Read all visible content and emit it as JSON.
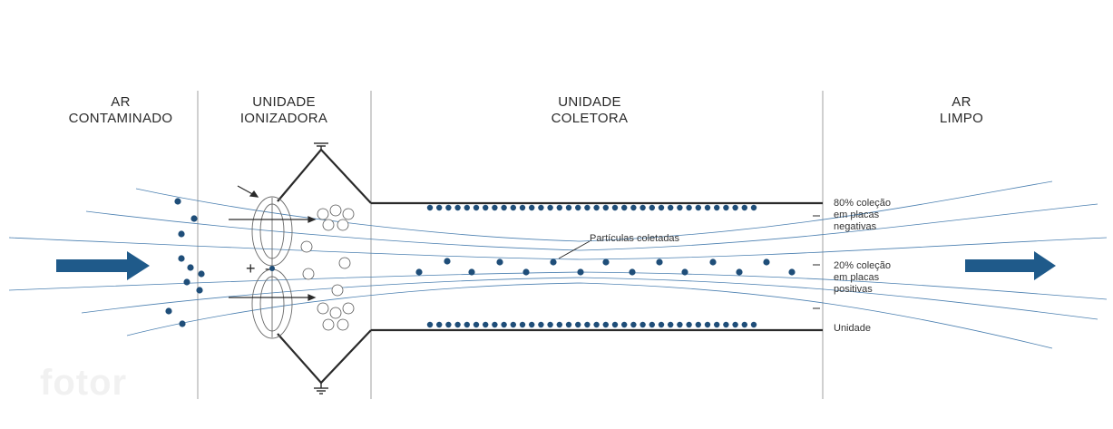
{
  "headers": {
    "contaminated_line1": "AR",
    "contaminated_line2": "CONTAMINADO",
    "ionizer_line1": "UNIDADE",
    "ionizer_line2": "IONIZADORA",
    "collector_line1": "UNIDADE",
    "collector_line2": "COLETORA",
    "clean_line1": "AR",
    "clean_line2": "LIMPO"
  },
  "labels": {
    "collected_particles": "Partículas coletadas",
    "negative_plates_line1": "80% coleção",
    "negative_plates_line2": "em placas",
    "negative_plates_line3": "negativas",
    "positive_plates_line1": "20% coleção",
    "positive_plates_line2": "em placas",
    "positive_plates_line3": "positivas",
    "unit_label": "Unidade",
    "plus_sign": "+",
    "minus_sign": "-"
  },
  "watermark": "fotor",
  "colors": {
    "particle": "#1f4e79",
    "arrow": "#1f5a8a",
    "line": "#2a2a2a",
    "flow_line": "#4a7fb0",
    "divider": "#999999"
  },
  "icons": {
    "inflow_arrow": "arrow-right-icon",
    "outflow_arrow": "arrow-right-icon",
    "ground": "ground-icon"
  }
}
